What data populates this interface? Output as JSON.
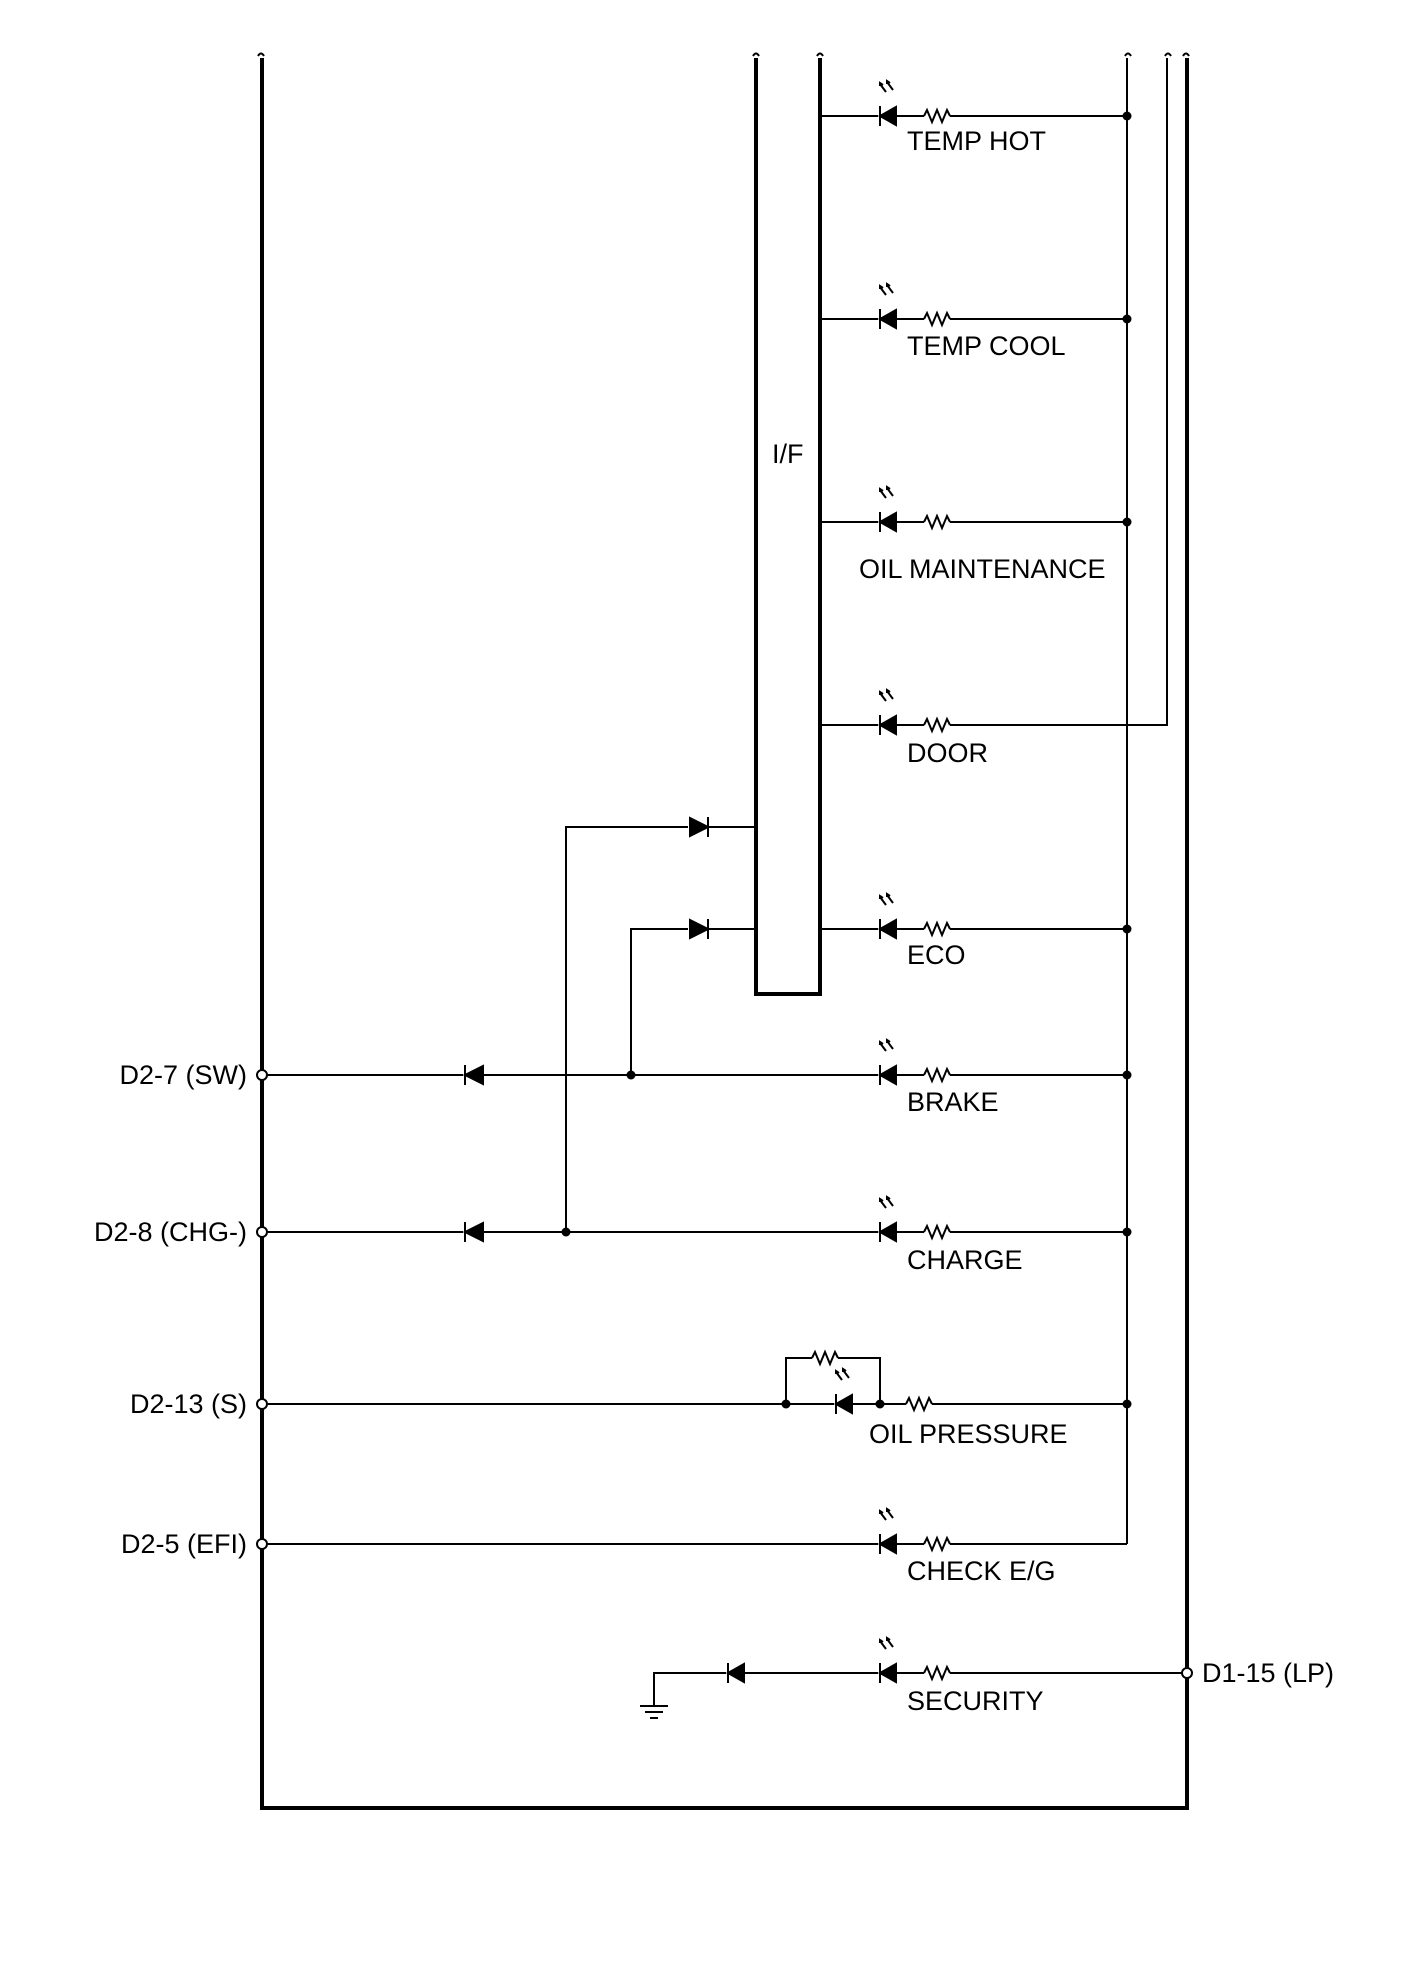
{
  "diagram": {
    "if_label": "I/F",
    "indicators": [
      {
        "id": "temp-hot",
        "label": "TEMP HOT"
      },
      {
        "id": "temp-cool",
        "label": "TEMP COOL"
      },
      {
        "id": "oil-maintenance",
        "label": "OIL MAINTENANCE"
      },
      {
        "id": "door",
        "label": "DOOR"
      },
      {
        "id": "eco",
        "label": "ECO"
      },
      {
        "id": "brake",
        "label": "BRAKE"
      },
      {
        "id": "charge",
        "label": "CHARGE"
      },
      {
        "id": "oil-pressure",
        "label": "OIL PRESSURE"
      },
      {
        "id": "check-eg",
        "label": "CHECK E/G"
      },
      {
        "id": "security",
        "label": "SECURITY"
      }
    ],
    "terminals": [
      {
        "id": "d2-7",
        "label": "D2-7 (SW)"
      },
      {
        "id": "d2-8",
        "label": "D2-8 (CHG-)"
      },
      {
        "id": "d2-13",
        "label": "D2-13 (S)"
      },
      {
        "id": "d2-5",
        "label": "D2-5 (EFI)"
      },
      {
        "id": "d1-15",
        "label": "D1-15 (LP)"
      }
    ]
  }
}
